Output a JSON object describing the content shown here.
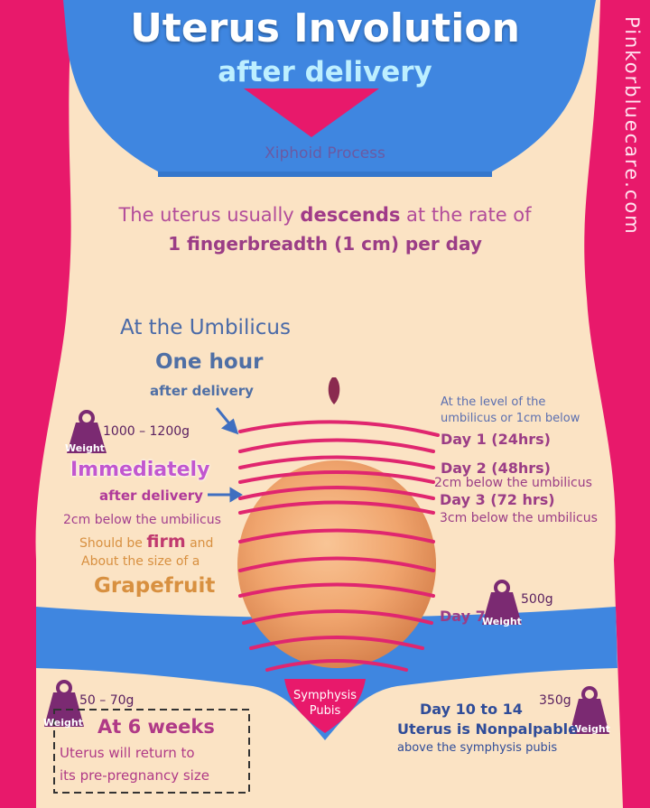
{
  "title": "Uterus Involution",
  "subtitle": "after delivery",
  "brand": "Pinkorbluecare.com",
  "landmarks": {
    "xiphoid": "Xiphoid Process",
    "symphysis": "Symphysis Pubis"
  },
  "rate": {
    "line1_pre": "The uterus usually ",
    "line1_bold": "descends",
    "line1_post": " at the rate of",
    "line2": "1 fingerbreadth (1 cm) per day"
  },
  "left_notes": {
    "umbilicus": "At the Umbilicus",
    "one_hour": "One hour",
    "one_hour_sub": "after delivery",
    "immediately": "Immediately",
    "immediately_sub": "after delivery",
    "below": "2cm below the umbilicus",
    "firm_pre": "Should be ",
    "firm_word": "firm",
    "firm_post": " and",
    "about": "About the size of a",
    "grapefruit": "Grapefruit"
  },
  "right_notes": {
    "at_level": "At the level of the umbilicus or 1cm below",
    "day1": "Day 1 (24hrs)",
    "day2": "Day 2 (48hrs)",
    "day2_desc": "2cm below the umbilicus",
    "day3": "Day 3 (72 hrs)",
    "day3_desc": "3cm below the umbilicus",
    "day7": "Day 7",
    "day10": "Day 10 to 14",
    "nonpalpable": "Uterus is Nonpalpable",
    "nonpalpable_sub": "above the symphysis pubis"
  },
  "six_weeks": {
    "title": "At 6 weeks",
    "line1": "Uterus will return to",
    "line2": "its pre-pregnancy size"
  },
  "weights": {
    "label": "Weight",
    "immediate": "1000 – 1200g",
    "day7": "500g",
    "day10": "350g",
    "six_weeks": "50 – 70g"
  },
  "colors": {
    "pink": "#e8196b",
    "blue": "#3f86e0",
    "skin": "#fbe3c4",
    "weight": "#7b2a72",
    "grapefruit": "#f2a870"
  }
}
